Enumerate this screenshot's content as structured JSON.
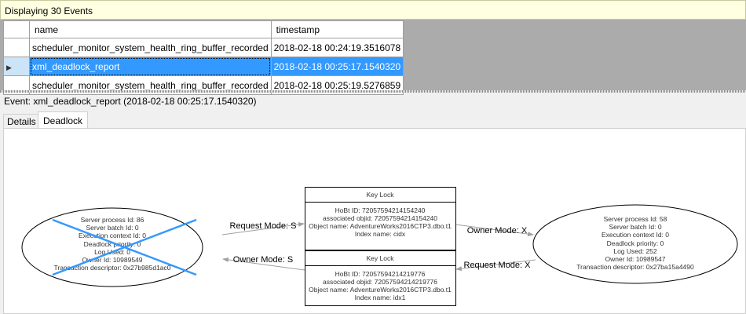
{
  "header": {
    "title": "Displaying 30 Events"
  },
  "grid": {
    "columns": [
      "name",
      "timestamp"
    ],
    "rows": [
      {
        "name": "scheduler_monitor_system_health_ring_buffer_recorded",
        "timestamp": "2018-02-18 00:24:19.3516078"
      },
      {
        "name": "xml_deadlock_report",
        "timestamp": "2018-02-18 00:25:17.1540320",
        "selected": true
      },
      {
        "name": "scheduler_monitor_system_health_ring_buffer_recorded",
        "timestamp": "2018-02-18 00:25:19.5276859"
      }
    ]
  },
  "event_label": "Event: xml_deadlock_report (2018-02-18 00:25:17.1540320)",
  "tabs": [
    "Details",
    "Deadlock"
  ],
  "active_tab": "Deadlock",
  "deadlock": {
    "victim_color": "#3399ff",
    "process_left": {
      "victim": true,
      "lines": [
        "Server process Id: 86",
        "Server batch Id: 0",
        "Execution context Id: 0",
        "Deadlock priority: 0",
        "Log Used: 0",
        "Owner Id: 10989549",
        "Transaction descriptor: 0x27b985d1ac0"
      ]
    },
    "process_right": {
      "lines": [
        "Server process Id: 58",
        "Server batch Id: 0",
        "Execution context Id: 0",
        "Deadlock priority: 0",
        "Log Used: 252",
        "Owner Id: 10989547",
        "Transaction descriptor: 0x27ba15a4490"
      ]
    },
    "lock_top": {
      "title": "Key Lock",
      "lines": [
        "HoBt ID: 72057594214154240",
        "associated objid: 72057594214154240",
        "Object name: AdventureWorks2016CTP3.dbo.t1",
        "Index name: cidx"
      ]
    },
    "lock_bottom": {
      "title": "Key Lock",
      "lines": [
        "HoBt ID: 72057594214219776",
        "associated objid: 72057594214219776",
        "Object name: AdventureWorks2016CTP3.dbo.t1",
        "Index name: idx1"
      ]
    },
    "edges": {
      "left_request": "Request Mode: S",
      "left_owner": "Owner Mode: S",
      "right_owner": "Owner Mode: X",
      "right_request": "Request Mode: X"
    }
  }
}
